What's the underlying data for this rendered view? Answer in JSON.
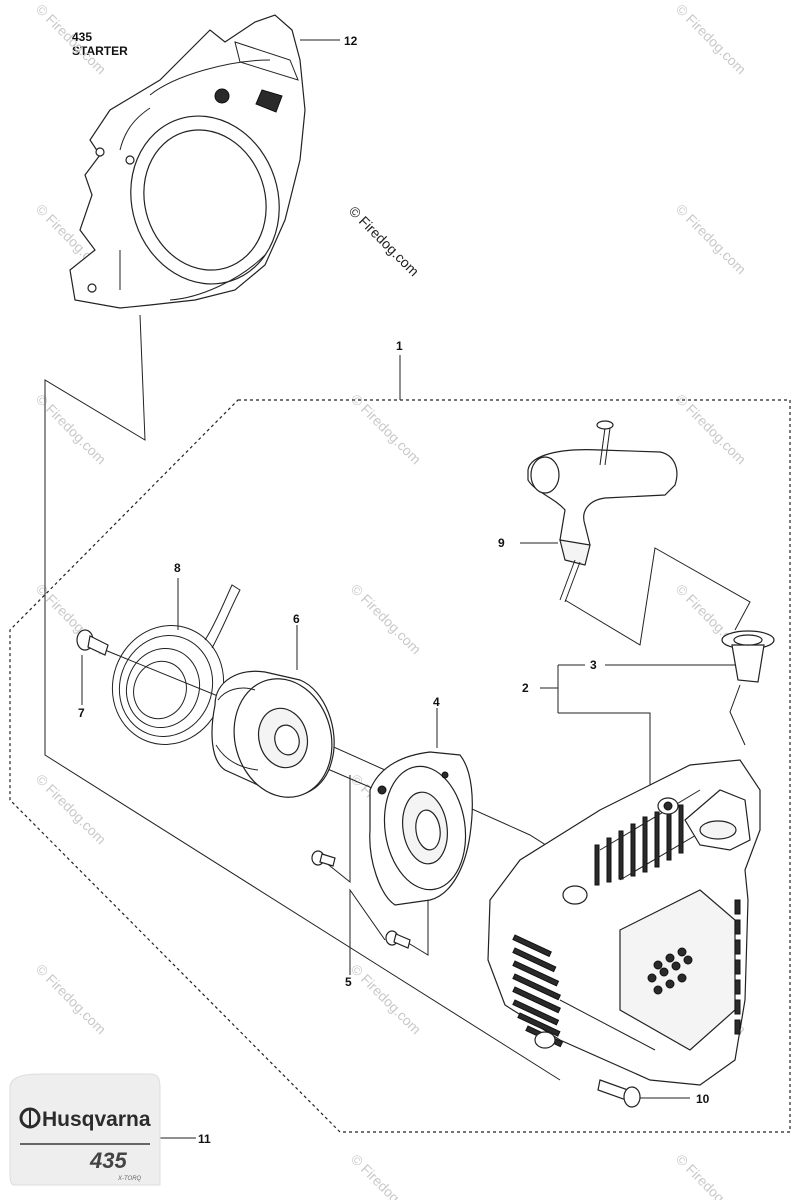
{
  "header": {
    "model": "435",
    "section": "STARTER"
  },
  "watermark": "© Firedog.com",
  "callouts": {
    "c1": "1",
    "c2": "2",
    "c3": "3",
    "c4": "4",
    "c5": "5",
    "c6": "6",
    "c7": "7",
    "c8": "8",
    "c9": "9",
    "c10": "10",
    "c11": "11",
    "c12": "12"
  },
  "decal": {
    "brand": "Husqvarna",
    "model": "435",
    "tag": "X-TORQ"
  },
  "colors": {
    "line": "#222222",
    "watermark": "#c9c9c9",
    "background": "#ffffff"
  }
}
